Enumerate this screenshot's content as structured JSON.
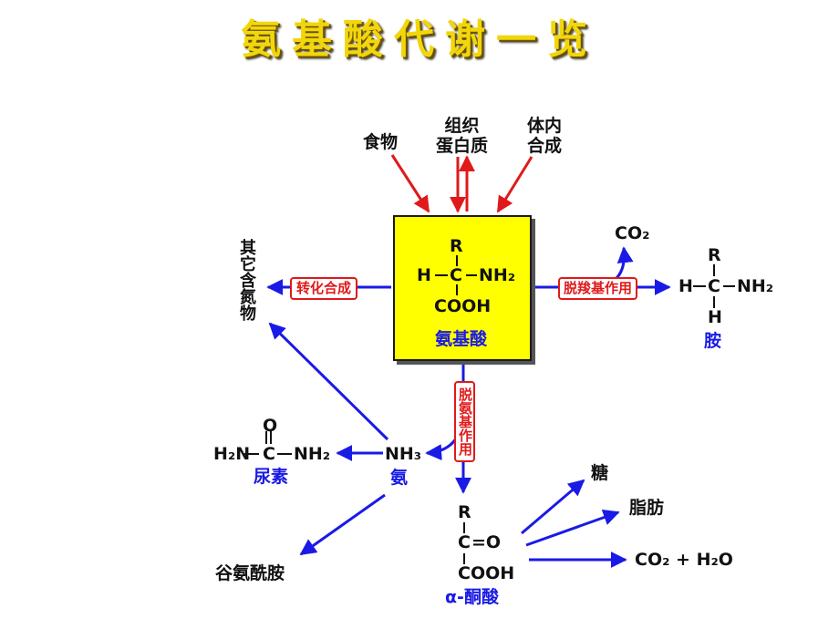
{
  "title": "氨基酸代谢一览",
  "sources": {
    "food": "食物",
    "tissue_protein": "组织\n蛋白质",
    "body_synthesis": "体内\n合成"
  },
  "center": {
    "r": "R",
    "h": "H",
    "c": "C",
    "nh2": "NH₂",
    "cooh": "COOH",
    "name": "氨基酸"
  },
  "processes": {
    "transformation": "转化合成",
    "decarboxylation": "脱羧基作用",
    "deamination": "脱氨基作用"
  },
  "products": {
    "other_nitrogen_compounds": "其它含氮物",
    "co2": "CO₂",
    "amine_r": "R",
    "amine_h_left": "H",
    "amine_c": "C",
    "amine_nh2": "NH₂",
    "amine_h_bottom": "H",
    "amine": "胺",
    "nh3": "NH₃",
    "ammonia": "氨",
    "urea_o": "O",
    "urea_c": "C",
    "urea_h2n": "H₂N",
    "urea_nh2": "NH₂",
    "urea": "尿素",
    "glutamine": "谷氨酰胺",
    "keto_r": "R",
    "keto_c": "C",
    "keto_o": "=O",
    "keto_cooh": "COOH",
    "keto_acid": "α-酮酸",
    "sugar": "糖",
    "fat": "脂肪",
    "co2_h2o": "CO₂ + H₂O"
  },
  "colors": {
    "title": "#f2d60c",
    "input_arrows": "#e0191a",
    "output_arrows": "#1a1ae6",
    "center_box": "#ffff00",
    "process_label": "#e0191a"
  }
}
